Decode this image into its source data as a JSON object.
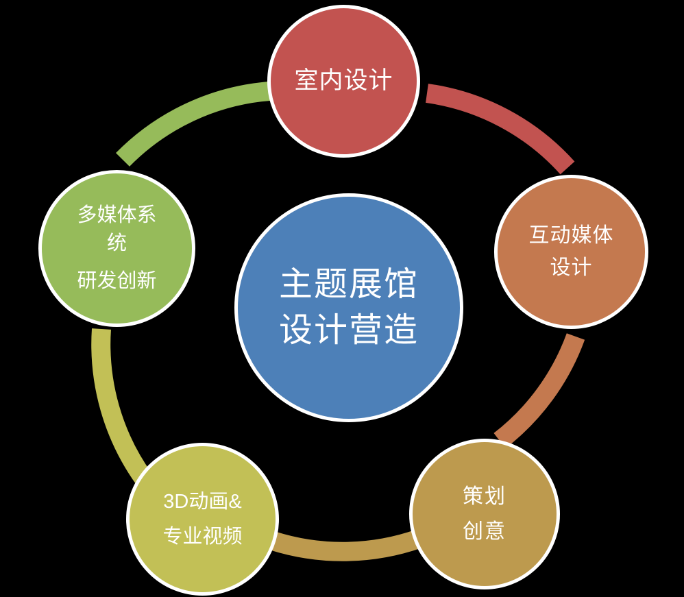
{
  "diagram": {
    "type": "cycle-diagram",
    "background_color": "#000000",
    "center": {
      "lines": [
        "主题展馆",
        "设计营造"
      ],
      "color": "#4d80b8",
      "text_color": "#ffffff"
    },
    "nodes": [
      {
        "id": "interior-design",
        "position": "top",
        "lines": [
          "室内设计"
        ],
        "color": "#c25350"
      },
      {
        "id": "interactive-media-design",
        "position": "right",
        "lines": [
          "互动媒体",
          "设计"
        ],
        "color": "#c4794f"
      },
      {
        "id": "planning-creative",
        "position": "bottom-right",
        "lines": [
          "策划",
          "创意"
        ],
        "color": "#bd9a4e"
      },
      {
        "id": "3d-animation-video",
        "position": "bottom-left",
        "lines": [
          "3D动画&",
          "专业视频"
        ],
        "color": "#c2c056"
      },
      {
        "id": "multimedia-system-rnd",
        "position": "left",
        "lines": [
          "多媒体系",
          "统",
          "研发创新"
        ],
        "color": "#96bb5a"
      }
    ],
    "arcs": [
      {
        "id": "arc-green-to-red",
        "color": "#96bb5a",
        "from": "multimedia-system-rnd",
        "to": "interior-design"
      },
      {
        "id": "arc-red-to-orange",
        "color": "#c25350",
        "from": "interior-design",
        "to": "interactive-media-design"
      },
      {
        "id": "arc-orange-to-gold",
        "color": "#c4794f",
        "from": "interactive-media-design",
        "to": "planning-creative"
      },
      {
        "id": "arc-gold-to-olive",
        "color": "#bd9a4e",
        "from": "planning-creative",
        "to": "3d-animation-video"
      },
      {
        "id": "arc-olive-to-green",
        "color": "#c2c056",
        "from": "3d-animation-video",
        "to": "multimedia-system-rnd"
      }
    ]
  }
}
